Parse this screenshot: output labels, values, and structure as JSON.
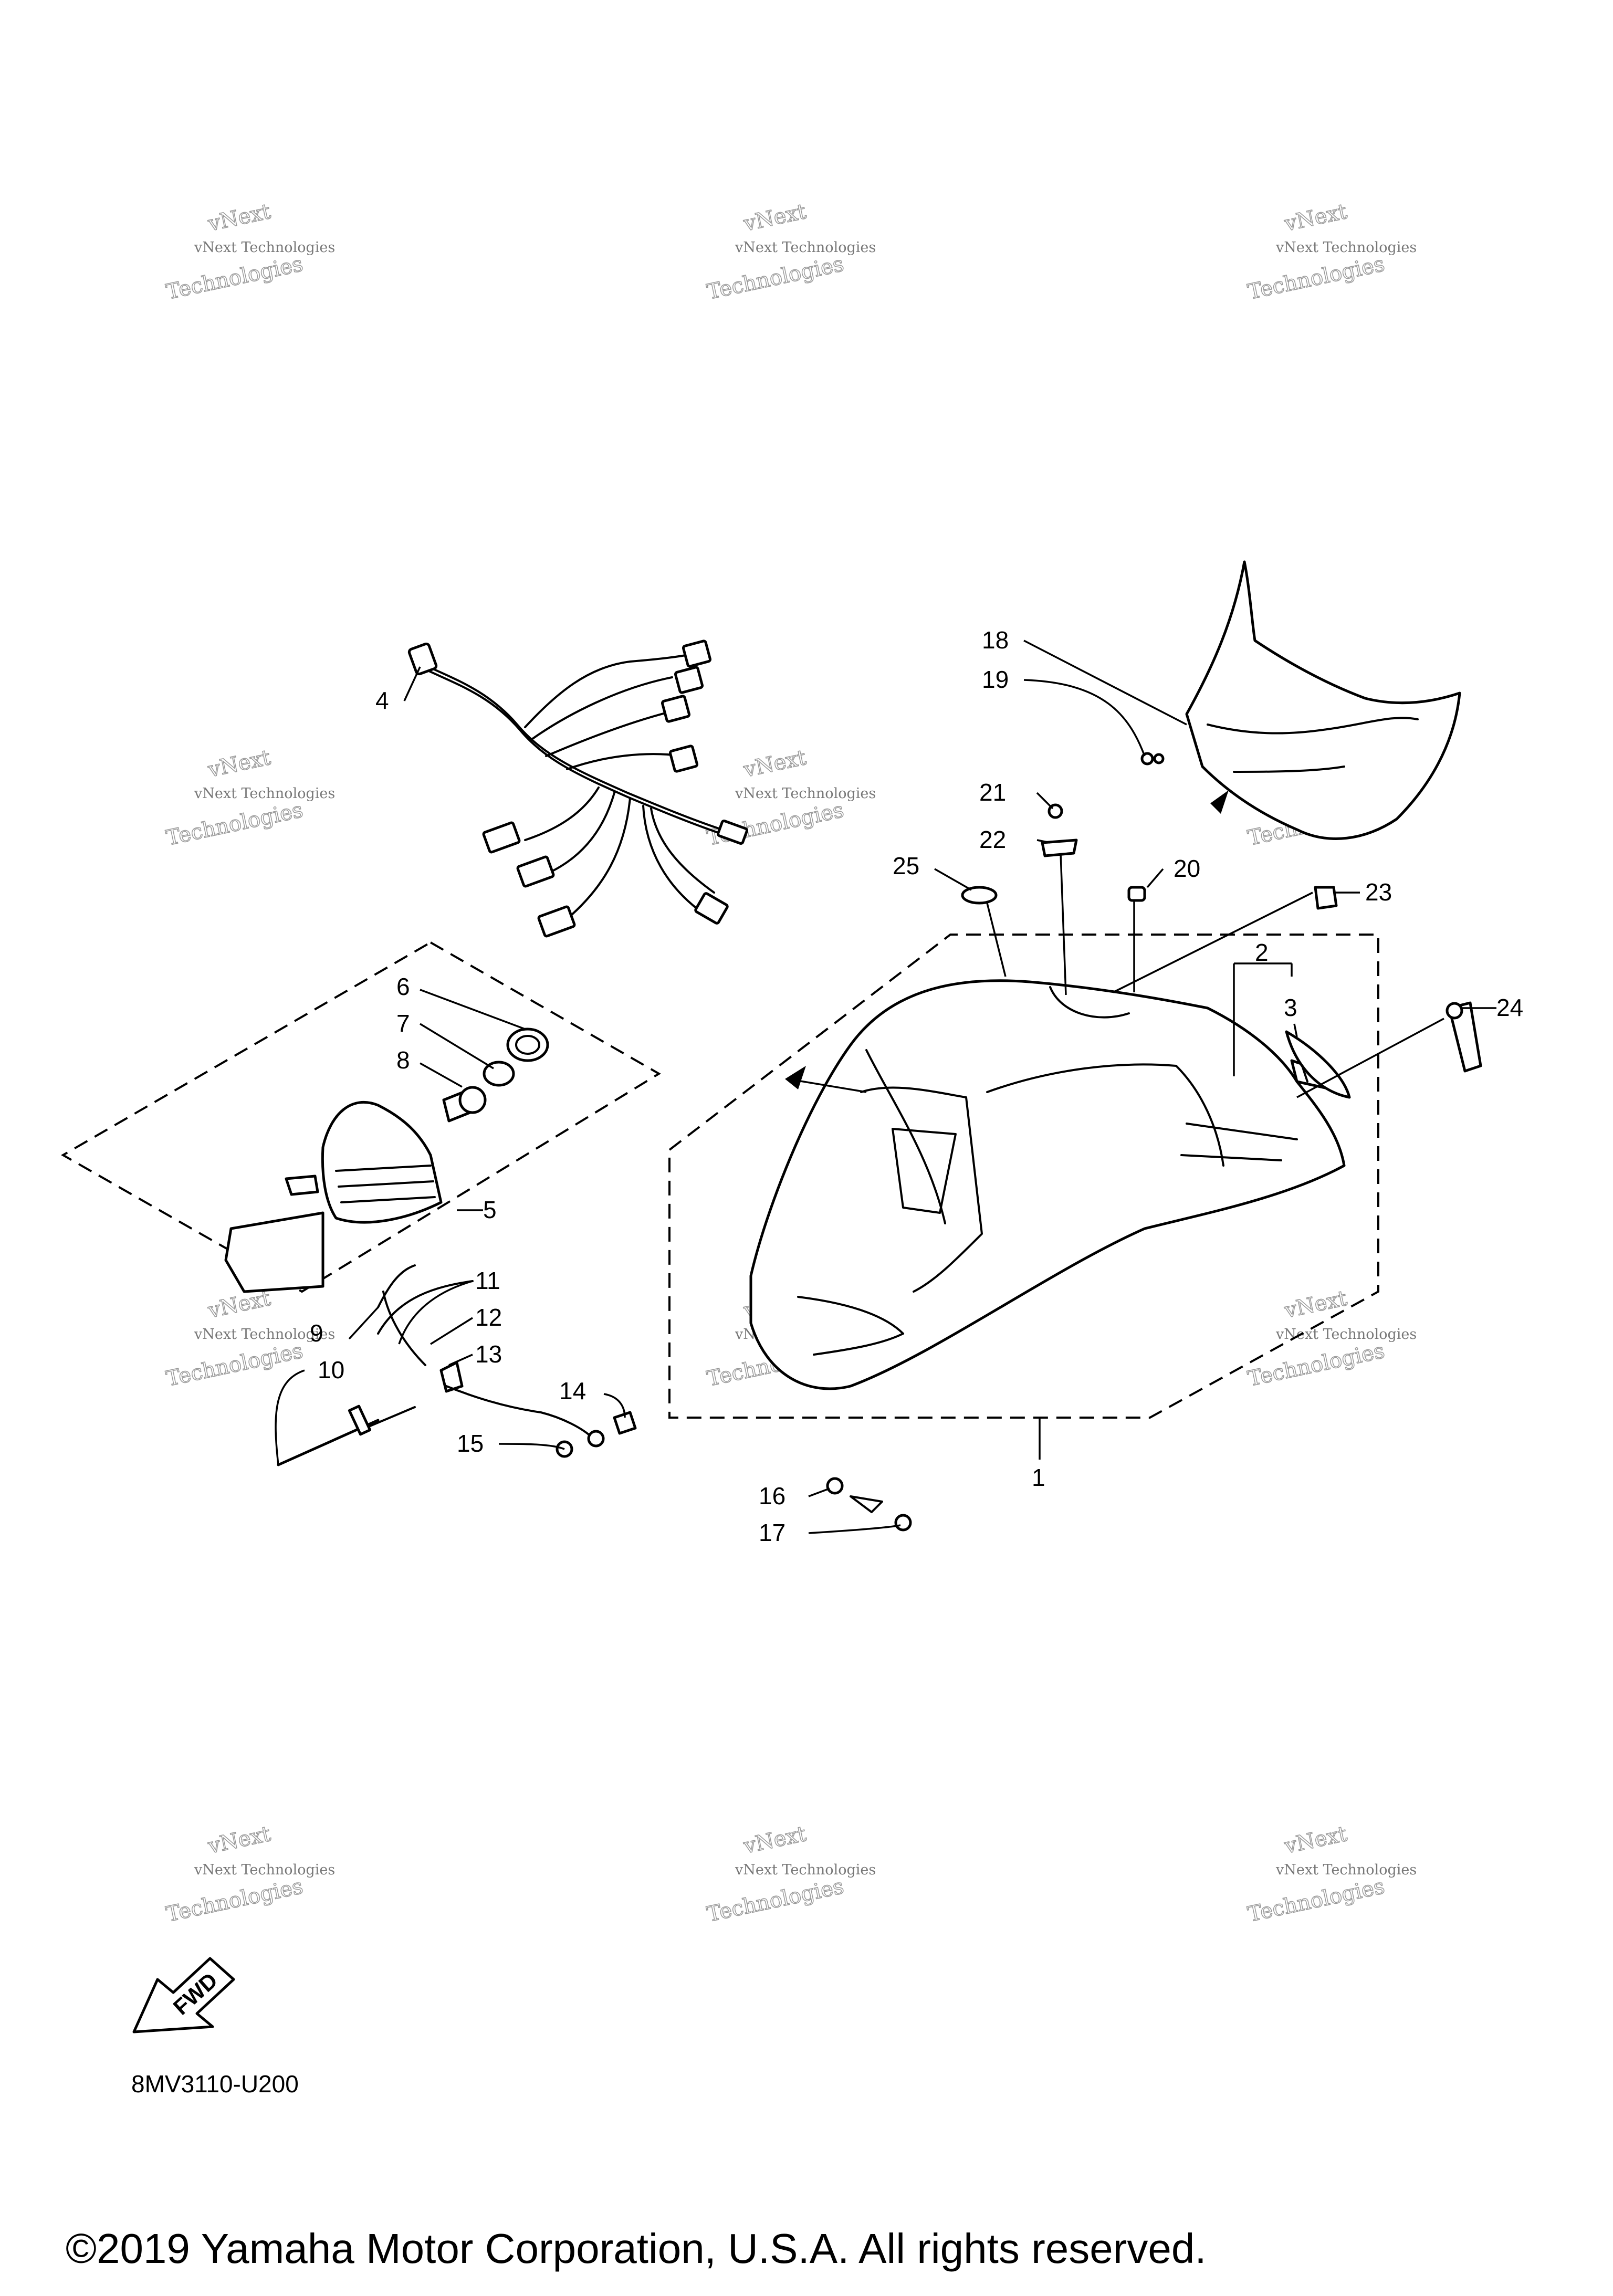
{
  "watermark": {
    "line1": "vNext Technologies",
    "line2": "Technologies",
    "line3": "vNext"
  },
  "callouts": [
    "1",
    "2",
    "3",
    "4",
    "5",
    "6",
    "7",
    "8",
    "9",
    "10",
    "11",
    "12",
    "13",
    "14",
    "15",
    "16",
    "17",
    "18",
    "19",
    "20",
    "21",
    "22",
    "23",
    "24",
    "25"
  ],
  "fwd_label": "FWD",
  "diagram_code": "8MV3110-U200",
  "copyright": "©2019 Yamaha Motor Corporation, U.S.A. All rights reserved."
}
